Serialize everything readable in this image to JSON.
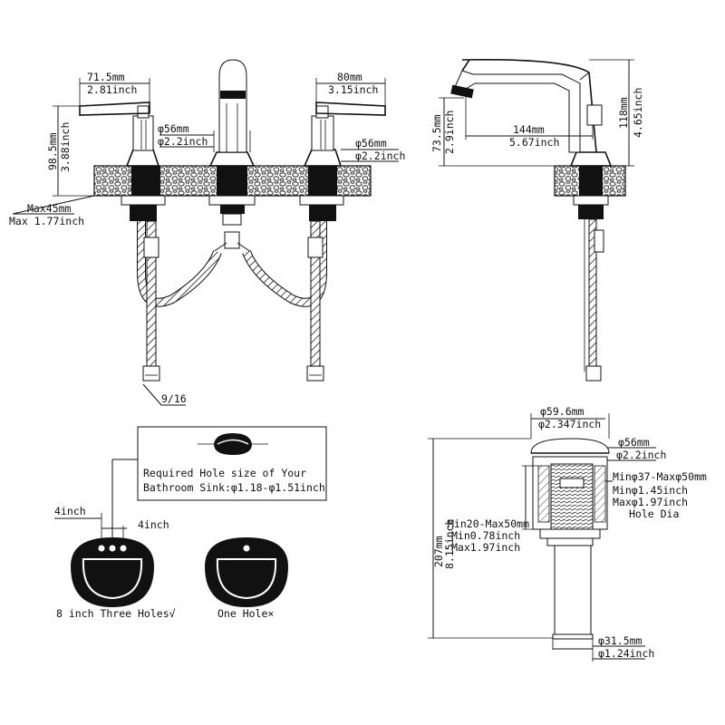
{
  "front_view": {
    "handle_width": {
      "mm": "71.5mm",
      "inch": "2.81inch"
    },
    "handle_spacing": {
      "mm": "80mm",
      "inch": "3.15inch"
    },
    "handle_height": {
      "mm": "98.5mm",
      "inch": "3.88inch"
    },
    "spout_base_dia": {
      "mm": "φ56mm",
      "inch": "φ2.2inch"
    },
    "handle_base_dia": {
      "mm": "φ56mm",
      "inch": "φ2.2inch"
    },
    "deck_thickness": {
      "mm": "Max45mm",
      "inch": "Max 1.77inch"
    },
    "connector": "9/16"
  },
  "side_view": {
    "spout_reach": {
      "mm": "144mm",
      "inch": "5.67inch"
    },
    "spout_height": {
      "mm": "118mm",
      "inch": "4.65inch"
    },
    "outlet_height": {
      "mm": "73.5mm",
      "inch": "2.9inch"
    }
  },
  "hole_section": {
    "required_text_1": "Required Hole size of Your",
    "required_text_2": "Bathroom Sink:φ1.18-φ1.51inch",
    "spacing_a": "4inch",
    "spacing_b": "4inch",
    "three_holes_label": "8 inch Three Holes√",
    "one_hole_label": "One Hole×"
  },
  "drain_view": {
    "cap_dia": {
      "mm": "φ59.6mm",
      "inch": "φ2.347inch"
    },
    "body_dia": {
      "mm": "φ56mm",
      "inch": "φ2.2inch"
    },
    "hole_dia_mm": "Minφ37-Maxφ50mm",
    "hole_dia_inch_min": "Minφ1.45inch",
    "hole_dia_inch_max": "Maxφ1.97inch",
    "hole_dia_label": "Hole Dia",
    "thickness_mm": "Min20-Max50mm",
    "thickness_min_inch": "Min0.78inch",
    "thickness_max_inch": "Max1.97inch",
    "total_height": {
      "mm": "207mm",
      "inch": "8.15inch"
    },
    "tail_dia": {
      "mm": "φ31.5mm",
      "inch": "φ1.24inch"
    }
  }
}
